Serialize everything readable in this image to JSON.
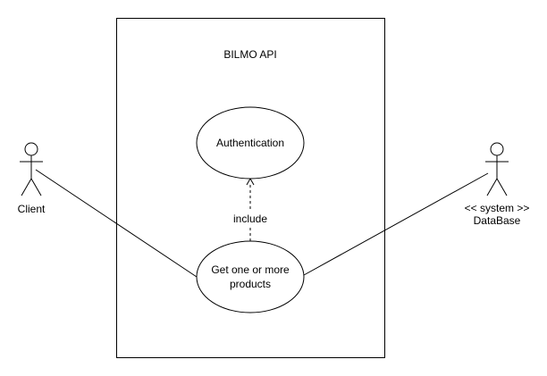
{
  "system": {
    "title": "BILMO API"
  },
  "use_cases": {
    "authentication": "Authentication",
    "get_products_line1": "Get one or more",
    "get_products_line2": "products"
  },
  "relations": {
    "include_label": "include"
  },
  "actors": {
    "client": {
      "name": "Client"
    },
    "database": {
      "stereotype": "<< system >>",
      "name": "DataBase"
    }
  },
  "colors": {
    "stroke": "#000000",
    "fill": "#ffffff",
    "background": "#ffffff"
  }
}
